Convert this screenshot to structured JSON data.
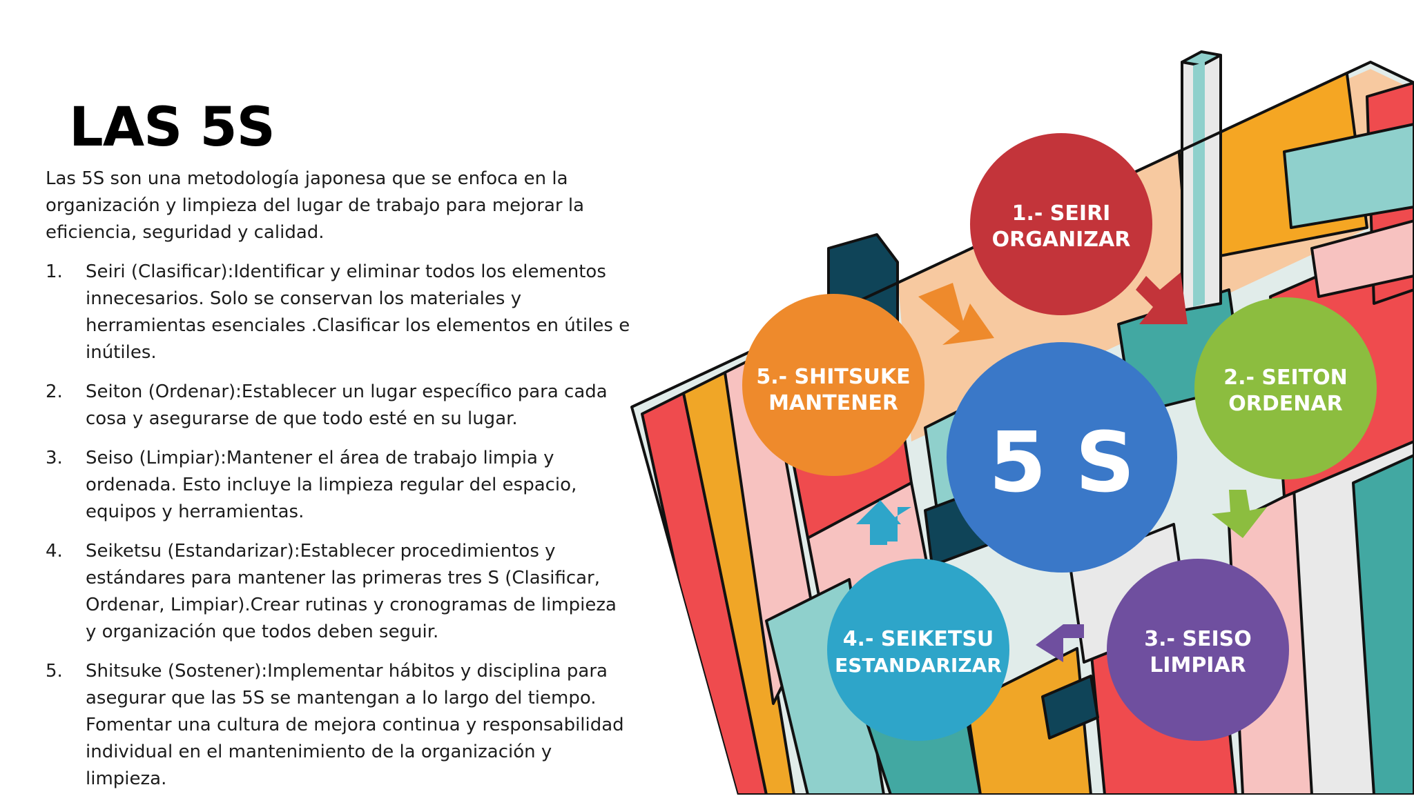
{
  "slide": {
    "title": "LAS 5S",
    "intro": "Las 5S son una metodología japonesa que se enfoca en la organización y limpieza del lugar de trabajo para mejorar la eficiencia, seguridad y calidad.",
    "items": [
      {
        "num": "1.",
        "text": "Seiri (Clasificar):Identificar y eliminar todos los elementos innecesarios. Solo se conservan los materiales y herramientas esenciales .Clasificar los elementos en útiles e inútiles."
      },
      {
        "num": "2.",
        "text": "Seiton (Ordenar):Establecer un lugar específico para cada cosa y asegurarse de que todo esté en su lugar."
      },
      {
        "num": "3.",
        "text": "Seiso (Limpiar):Mantener el área de trabajo limpia y ordenada. Esto incluye la limpieza regular del espacio, equipos y herramientas."
      },
      {
        "num": "4.",
        "text": "Seiketsu (Estandarizar):Establecer procedimientos y estándares para mantener las primeras tres S (Clasificar, Ordenar, Limpiar).Crear rutinas y cronogramas de limpieza y organización que todos deben seguir."
      },
      {
        "num": "5.",
        "text": "Shitsuke (Sostener):Implementar hábitos y disciplina para asegurar que las 5S se mantengan a lo largo del tiempo. Fomentar una cultura de mejora continua y responsabilidad individual en el mantenimiento de la organización y limpieza."
      }
    ]
  },
  "diagram": {
    "center_label": "5 S",
    "center_color": "#3a78c8",
    "circles": [
      {
        "line1": "1.- SEIRI",
        "line2": "ORGANIZAR",
        "color": "#c3343a"
      },
      {
        "line1": "2.- SEITON",
        "line2": "ORDENAR",
        "color": "#8cbd3f"
      },
      {
        "line1": "3.- SEISO",
        "line2": "LIMPIAR",
        "color": "#6f4f9f"
      },
      {
        "line1": "4.- SEIKETSU",
        "line2": "ESTANDARIZAR",
        "color": "#2ea5c9"
      },
      {
        "line1": "5.- SHITSUKE",
        "line2": "MANTENER",
        "color": "#ee8a2c"
      }
    ]
  }
}
